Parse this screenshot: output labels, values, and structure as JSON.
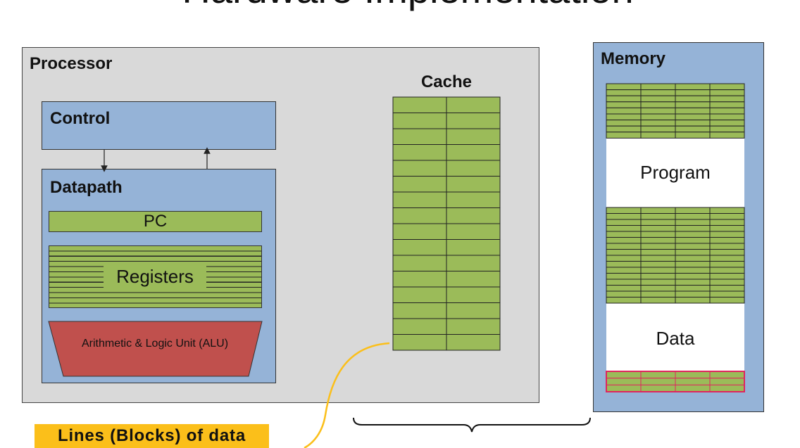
{
  "slide": {
    "title": "Hardware Implementation"
  },
  "processor": {
    "label": "Processor",
    "control": {
      "label": "Control"
    },
    "datapath": {
      "label": "Datapath",
      "pc_label": "PC",
      "registers_label": "Registers",
      "alu_label": "Arithmetic & Logic Unit (ALU)"
    },
    "cache": {
      "label": "Cache"
    }
  },
  "memory": {
    "label": "Memory",
    "program_label": "Program",
    "data_label": "Data"
  },
  "callout": {
    "label": "Lines (Blocks) of data"
  },
  "colors": {
    "box_blue": "#95b3d7",
    "grid_green": "#9bbb59",
    "alu_red": "#c0504d",
    "highlight_red": "#e0245e",
    "callout_orange": "#fbbf1a",
    "processor_gray": "#d9d9d9"
  }
}
